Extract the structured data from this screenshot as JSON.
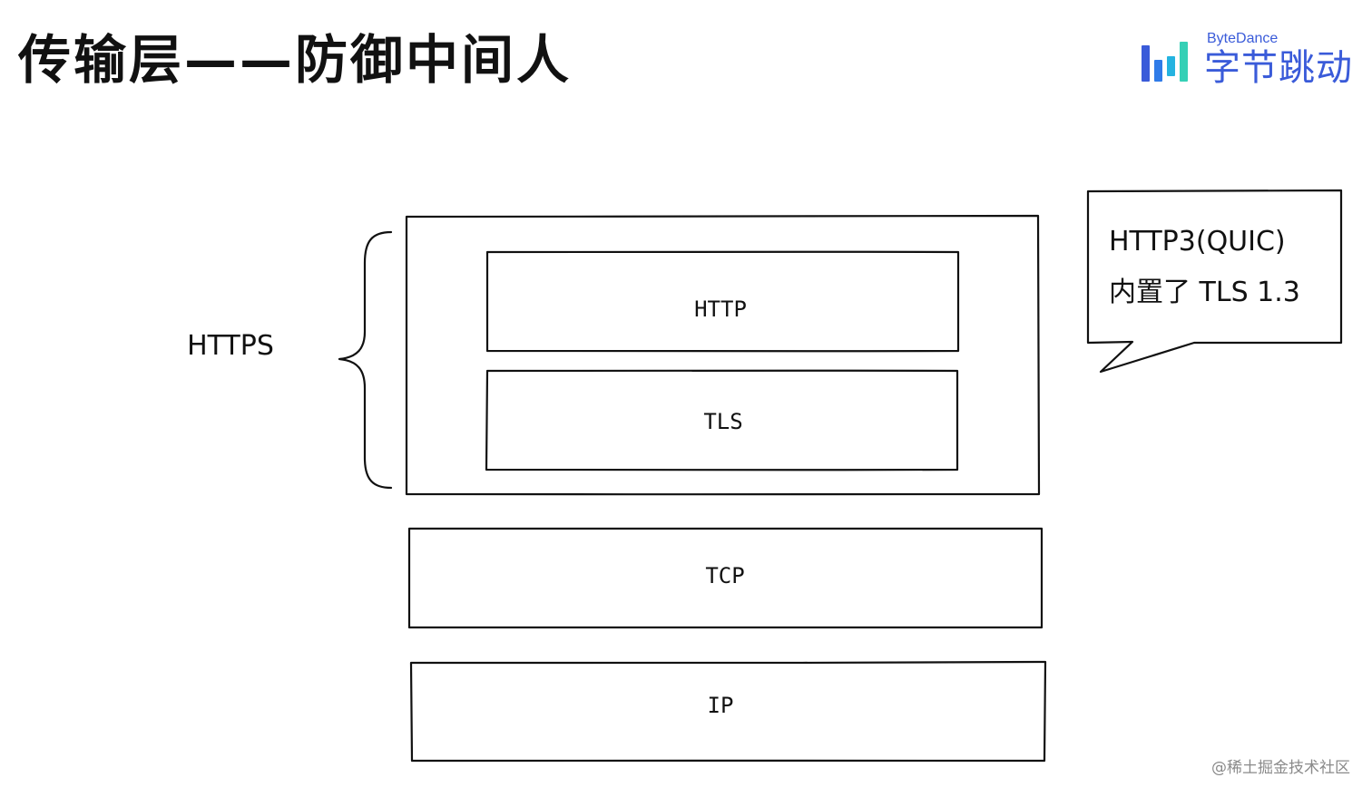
{
  "slide": {
    "title": "传输层——防御中间人"
  },
  "logo": {
    "en": "ByteDance",
    "cn": "字节跳动",
    "colors": {
      "bar1": "#3a5bd9",
      "bar2": "#2f7be8",
      "bar3": "#24b3e0",
      "bar4": "#35d0b6",
      "text": "#3a5bd9"
    }
  },
  "diagram": {
    "group_label": "HTTPS",
    "layers": [
      {
        "id": "http",
        "label": "HTTP"
      },
      {
        "id": "tls",
        "label": "TLS"
      },
      {
        "id": "tcp",
        "label": "TCP"
      },
      {
        "id": "ip",
        "label": "IP"
      }
    ],
    "callout": {
      "line1": "HTTP3(QUIC)",
      "line2": "内置了 TLS 1.3"
    }
  },
  "footer": {
    "watermark": "@稀土掘金技术社区"
  }
}
